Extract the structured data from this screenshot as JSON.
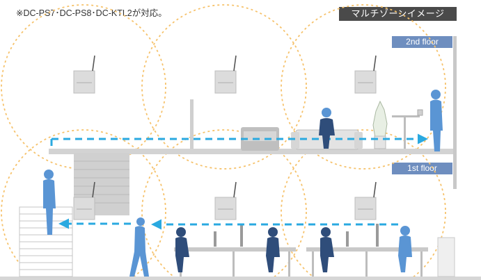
{
  "note": "※DC-PS7･DC-PS8･DC-KTL2が対応。",
  "title": "マルチゾーンイメージ",
  "floors": {
    "upper": "2nd floor",
    "lower": "1st floor"
  },
  "colors": {
    "label_bg": "#4a4a4a",
    "floor_label_bg": "#6e8ebf",
    "zone_ring": "#f6c26b",
    "arrow": "#2aa9e0",
    "person": "#5a95d4",
    "person_dark": "#2f4d7a",
    "structure": "#cfcfcf"
  }
}
